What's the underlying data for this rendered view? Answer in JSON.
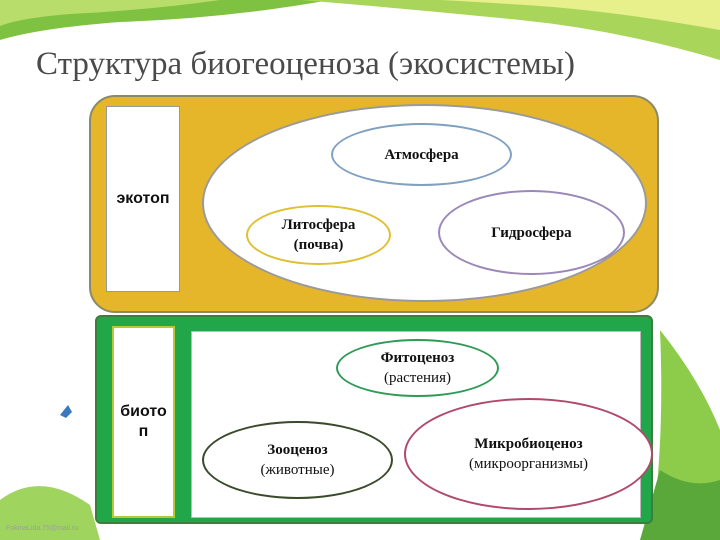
{
  "title": "Структура биогеоценоза (экосистемы)",
  "ecotope": {
    "label": "экотоп",
    "items": [
      {
        "line1": "Атмосфера",
        "line2": ""
      },
      {
        "line1": "Литосфера",
        "line2": "(почва)"
      },
      {
        "line1": "Гидросфера",
        "line2": ""
      }
    ]
  },
  "biotope": {
    "label": "биото п",
    "items": [
      {
        "line1": "Фитоценоз",
        "line2": "(растения)"
      },
      {
        "line1": "Зооценоз",
        "line2": "(животные)"
      },
      {
        "line1": "Микробиоценоз",
        "line2": "(микроорганизмы)"
      }
    ]
  },
  "footer": "FokinaLida.75@mail.ru",
  "colors": {
    "ecotope_panel": "#e6b62a",
    "biotope_panel": "#21a64a",
    "title_text": "#4a4a4a"
  }
}
